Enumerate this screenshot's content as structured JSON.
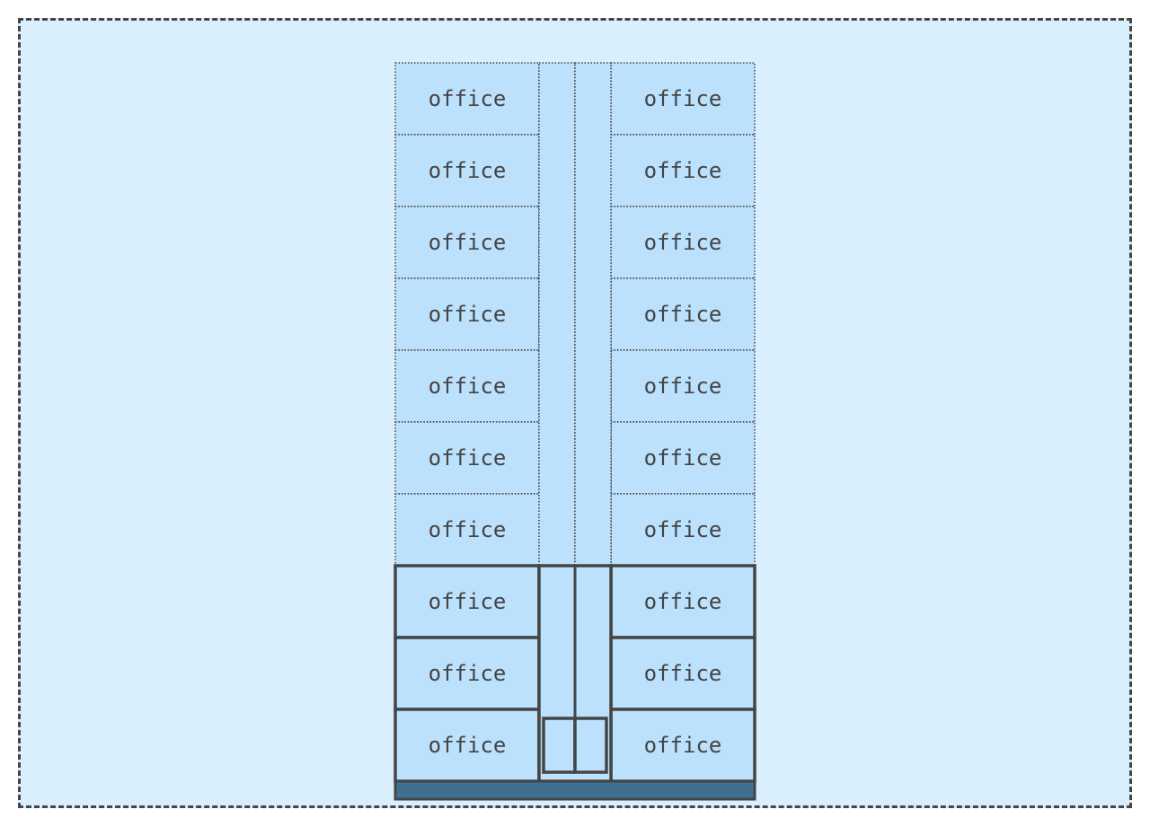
{
  "colors": {
    "canvas_fill": "#daeffe",
    "room_fill": "#bbe1fc",
    "outline": "#454545",
    "ground": "#3f6f91"
  },
  "building": {
    "floor_count": 10,
    "built_floor_count": 3,
    "planned_floor_count": 7,
    "rooms_per_floor": 2,
    "room_label": "office",
    "core": "stairwell with elevator shaft",
    "entrance": "double door at ground floor"
  }
}
